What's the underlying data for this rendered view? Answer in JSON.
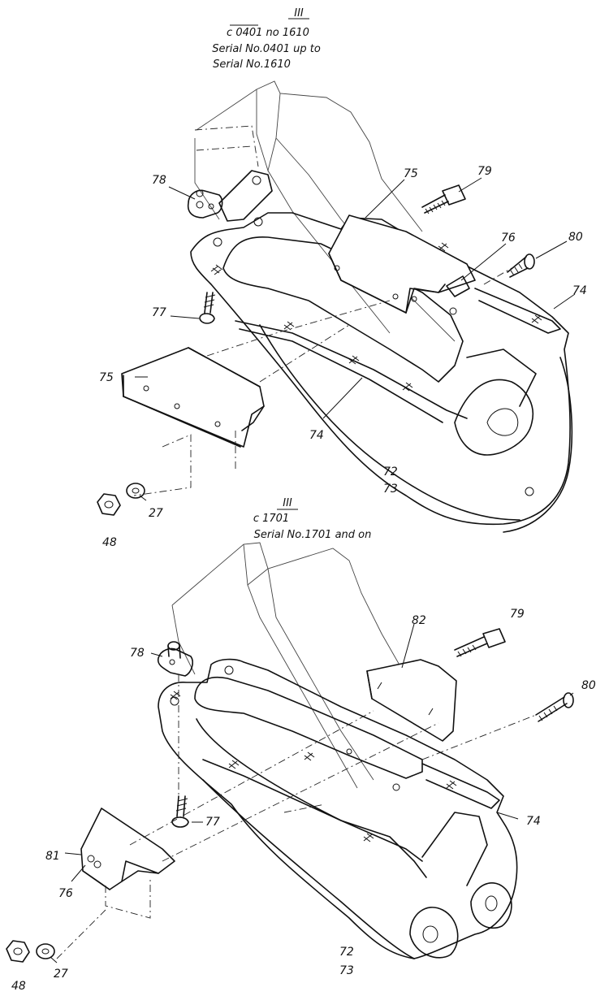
{
  "top_section": {
    "roman": "III",
    "line1": "c 0401  no 1610",
    "line2": "Serial No.0401 up to",
    "line3": "Serial No.1610"
  },
  "bottom_section": {
    "roman": "III",
    "line1": "c 1701",
    "line2": "Serial No.1701 and on"
  },
  "callouts_top": {
    "c78": "78",
    "c75a": "75",
    "c79": "79",
    "c76": "76",
    "c80": "80",
    "c77": "77",
    "c74a": "74",
    "c75b": "75",
    "c74b": "74",
    "c72": "72",
    "c73": "73",
    "c27": "27",
    "c48": "48"
  },
  "callouts_bottom": {
    "c82": "82",
    "c79": "79",
    "c80": "80",
    "c78": "78",
    "c77": "77",
    "c74": "74",
    "c81": "81",
    "c76": "76",
    "c72": "72",
    "c73": "73",
    "c27": "27",
    "c48": "48"
  }
}
